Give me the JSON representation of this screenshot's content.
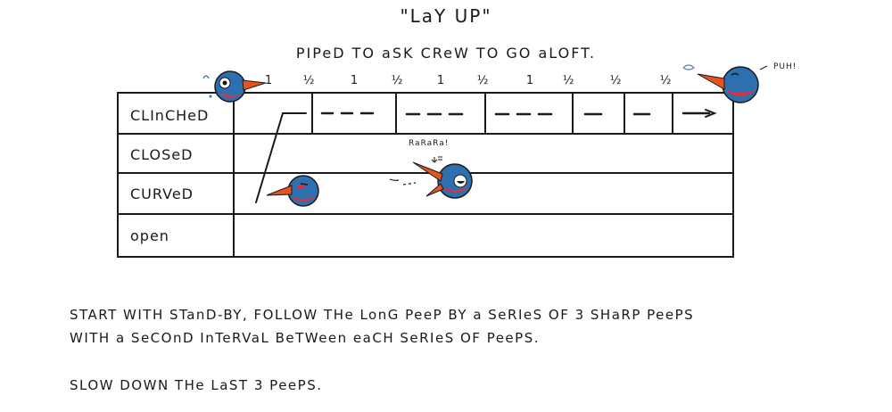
{
  "title": "\"LaY UP\"",
  "subtitle": "PIPeD TO aSK CReW TO GO aLOFT.",
  "timings": [
    "1",
    "½",
    "1",
    "½",
    "1",
    "½",
    "1",
    "½",
    "½",
    "½"
  ],
  "rows": [
    "CLInCHeD",
    "CLOSeD",
    "CURVeD",
    "open"
  ],
  "bird_exclamations": {
    "right_bird": "PUH!",
    "middle_bird": "RaRaRa!"
  },
  "notes": [
    "START WITH STanD-BY, FOLLOW THe LonG PeeP BY a SeRIeS OF 3 SHaRP PeePS",
    "WITH a SeCOnD InTeRVaL BeTWeen eaCH SeRIeS OF PeePS.",
    "SLOW DOWN THe LaST 3 PeePS."
  ],
  "colors": {
    "ink": "#1a1a1a",
    "bird_body": "#2e6fb0",
    "beak": "#e8521f",
    "cheek": "#e0303a"
  }
}
